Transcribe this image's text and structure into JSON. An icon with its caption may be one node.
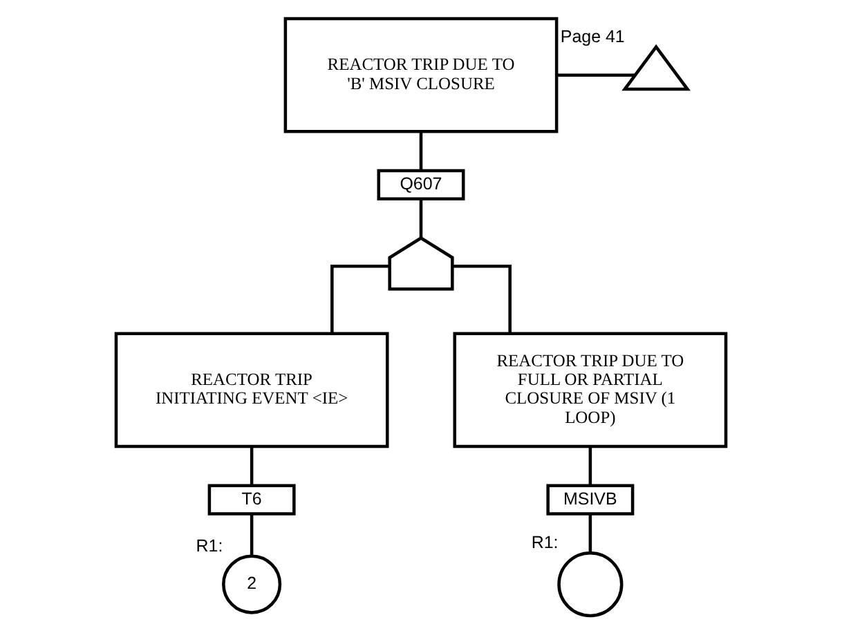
{
  "diagram": {
    "nodes": [
      {
        "text": [
          "REACTOR TRIP DUE TO 'B' MSIV CLOSURE"
        ]
      },
      {
        "text": [],
        "shape": "triangle",
        "beside": [
          "Page 41"
        ]
      },
      {
        "text": [
          "Q607"
        ]
      },
      {
        "text": [],
        "shape": "gate"
      },
      {
        "text": [
          "REACTOR TRIP INITIATING EVENT <IE>"
        ]
      },
      {
        "text": [
          "T6"
        ]
      },
      {
        "text": [
          "2"
        ],
        "beside": [
          "R1:"
        ]
      },
      {
        "text": [
          "REACTOR TRIP DUE TO FULL OR PARTIAL CLOSURE OF MSIV (1 LOOP)"
        ]
      },
      {
        "text": [
          "MSIVB"
        ]
      },
      {
        "text": [],
        "shape": "circle",
        "beside": [
          "R1:"
        ]
      }
    ],
    "edges": [
      {
        "from": 0,
        "to": 1,
        "arrow": "none"
      },
      {
        "from": 0,
        "to": 2,
        "arrow": "none"
      },
      {
        "from": 2,
        "to": 3,
        "arrow": "none"
      },
      {
        "from": 3,
        "to": 4,
        "arrow": "none"
      },
      {
        "from": 3,
        "to": 7,
        "arrow": "none"
      },
      {
        "from": 4,
        "to": 5,
        "arrow": "none"
      },
      {
        "from": 5,
        "to": 6,
        "arrow": "none"
      },
      {
        "from": 7,
        "to": 8,
        "arrow": "none"
      },
      {
        "from": 8,
        "to": 9,
        "arrow": "none"
      }
    ]
  }
}
